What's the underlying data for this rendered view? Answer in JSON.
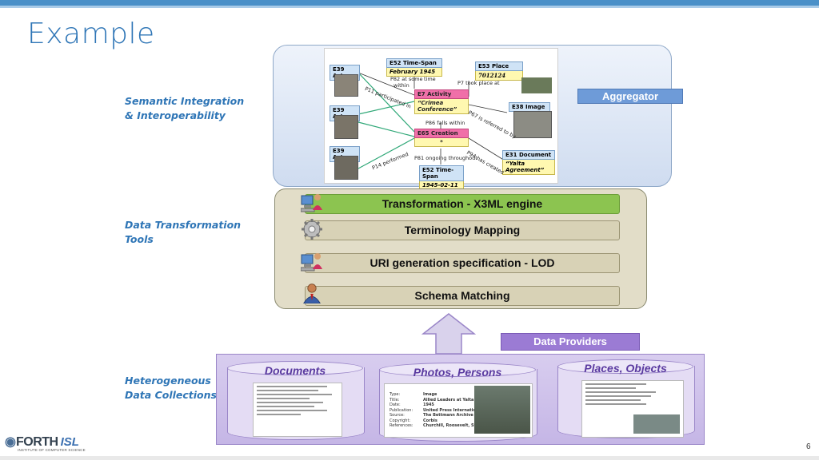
{
  "title": "Example",
  "side_labels": {
    "semantic_1": "Semantic Integration",
    "semantic_2": "& Interoperability",
    "transform_1": "Data Transformation",
    "transform_2": "Tools",
    "hetero_1": "Heterogeneous",
    "hetero_2": "Data Collections"
  },
  "aggregator": "Aggregator",
  "diagram": {
    "e52_top": {
      "type": "E52 Time-Span",
      "value": "February 1945"
    },
    "e53": {
      "type": "E53 Place",
      "value": "7012124"
    },
    "e39_1": "E39 Actor",
    "e39_2": "E39 Actor",
    "e39_3": "E39 Actor",
    "e7": {
      "type": "E7 Activity",
      "value": "“Crimea Conference”"
    },
    "e38": "E38 Image",
    "e65": {
      "type": "E65 Creation",
      "value": "*"
    },
    "e31": {
      "type": "E31 Document",
      "value": "“Yalta Agreement”"
    },
    "e52_bottom": {
      "type": "E52 Time-Span",
      "value": "1945-02-11"
    },
    "p82_a": "P82 at some",
    "p82_b": "time",
    "p82_c": "within",
    "p7": "P7 took place at",
    "p11": "P11 participated in",
    "p86": "P86 falls  within",
    "p67": "P67 is referred to by",
    "p14": "P14 performed",
    "p81": "P81 ongoing throughout",
    "p94": "P94 has created"
  },
  "tools": [
    {
      "label": "Transformation - X3ML engine",
      "icon": "person-computer-icon"
    },
    {
      "label": "Terminology Mapping",
      "icon": "gear-icon"
    },
    {
      "label": "URI generation specification - LOD",
      "icon": "person-computer-icon"
    },
    {
      "label": "Schema Matching",
      "icon": "person-icon"
    }
  ],
  "data_providers": "Data Providers",
  "collections": [
    {
      "label": "Documents"
    },
    {
      "label": "Photos, Persons"
    },
    {
      "label": "Places, Objects"
    }
  ],
  "photo_record": {
    "fields": [
      "Type:",
      "Title:",
      "Date:",
      "Publication:",
      "Source:",
      "Copyright:",
      "References:"
    ],
    "values": [
      "Image",
      "Allied Leaders at Yalta",
      "1945",
      "United Press International (UPI)",
      "The Bettmann Archive",
      "Corbis",
      "Churchill, Roosevelt, Stalin"
    ]
  },
  "logo": {
    "name": "FORTH",
    "suffix": "ISL",
    "subtitle": "INSTITUTE OF COMPUTER SCIENCE"
  },
  "page_number": "6",
  "colors": {
    "title": "#2e75b6",
    "accent_green": "#8cc450",
    "aggregator": "#6e9bd8",
    "providers": "#9b7bd4"
  }
}
